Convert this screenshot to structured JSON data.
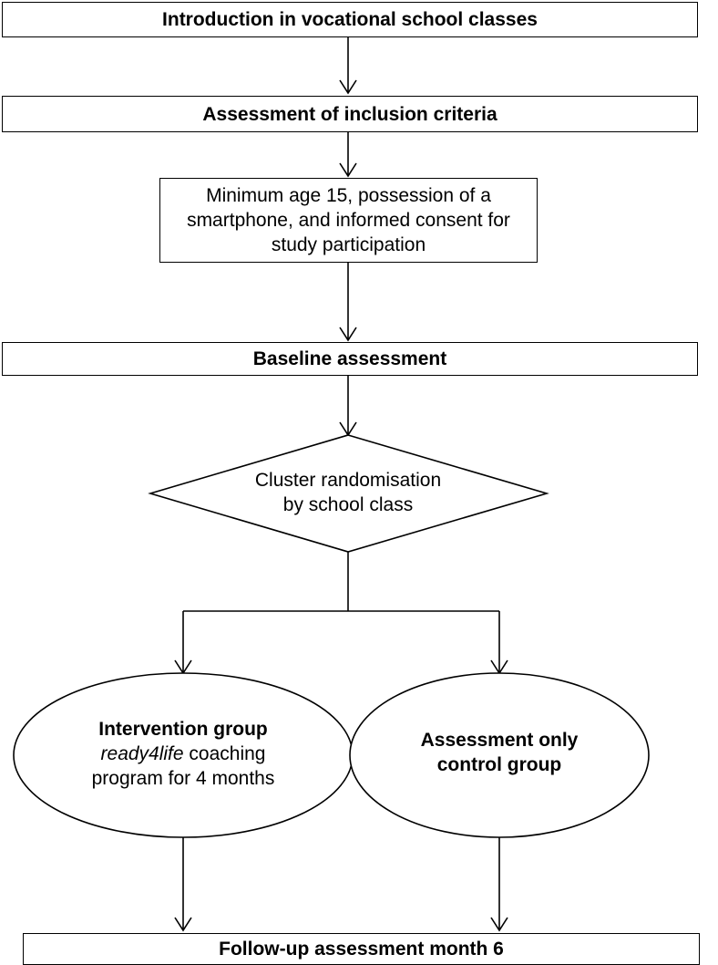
{
  "flow": {
    "intro": "Introduction in vocational school classes",
    "inclusion": "Assessment of inclusion criteria",
    "criteria": {
      "line1": "Minimum age 15, possession of a",
      "line2": "smartphone, and informed consent for",
      "line3": "study participation"
    },
    "baseline": "Baseline assessment",
    "randomisation": {
      "line1": "Cluster randomisation",
      "line2": "by school class"
    },
    "intervention": {
      "title": "Intervention group",
      "program_name": "ready4life",
      "program_suffix": " coaching",
      "line3": "program for 4 months"
    },
    "control": {
      "line1": "Assessment only",
      "line2": "control group"
    },
    "followup": "Follow-up assessment month 6"
  }
}
